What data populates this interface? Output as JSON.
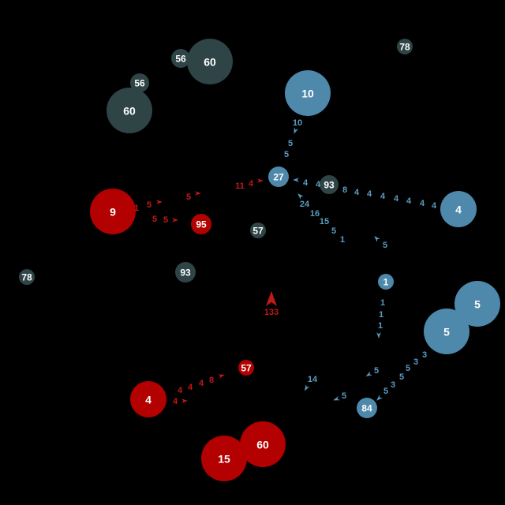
{
  "colors": {
    "background": "#000000",
    "neutral": "#2f4446",
    "blue": "#4e88aa",
    "red": "#b30000",
    "blue_text": "#5a9bc0",
    "red_text": "#c21818"
  },
  "nodes": [
    {
      "value": "60",
      "owner": "neutral"
    },
    {
      "value": "56",
      "owner": "neutral"
    },
    {
      "value": "56",
      "owner": "neutral"
    },
    {
      "value": "60",
      "owner": "neutral"
    },
    {
      "value": "78",
      "owner": "neutral"
    },
    {
      "value": "10",
      "owner": "blue"
    },
    {
      "value": "27",
      "owner": "blue"
    },
    {
      "value": "93",
      "owner": "neutral"
    },
    {
      "value": "4",
      "owner": "blue"
    },
    {
      "value": "9",
      "owner": "red"
    },
    {
      "value": "95",
      "owner": "red"
    },
    {
      "value": "57",
      "owner": "neutral"
    },
    {
      "value": "78",
      "owner": "neutral"
    },
    {
      "value": "93",
      "owner": "neutral"
    },
    {
      "value": "1",
      "owner": "blue"
    },
    {
      "value": "5",
      "owner": "blue"
    },
    {
      "value": "5",
      "owner": "blue"
    },
    {
      "value": "57",
      "owner": "red"
    },
    {
      "value": "4",
      "owner": "red"
    },
    {
      "value": "84",
      "owner": "blue"
    },
    {
      "value": "60",
      "owner": "red"
    },
    {
      "value": "15",
      "owner": "red"
    }
  ],
  "fleets": [
    {
      "owner": "blue",
      "labels": [
        "10",
        "5",
        "5"
      ]
    },
    {
      "owner": "blue",
      "labels": [
        "4",
        "4",
        "8",
        "4",
        "4",
        "4",
        "4",
        "4",
        "4",
        "4"
      ]
    },
    {
      "owner": "blue",
      "labels": [
        "24",
        "16",
        "15",
        "5",
        "1"
      ]
    },
    {
      "owner": "blue",
      "labels": [
        "5"
      ]
    },
    {
      "owner": "blue",
      "labels": [
        "1",
        "1",
        "1"
      ]
    },
    {
      "owner": "blue",
      "labels": [
        "5",
        "3",
        "5",
        "5",
        "3",
        "3"
      ]
    },
    {
      "owner": "blue",
      "labels": [
        "5"
      ]
    },
    {
      "owner": "blue",
      "labels": [
        "14"
      ]
    },
    {
      "owner": "blue",
      "labels": [
        "5"
      ]
    },
    {
      "owner": "red",
      "labels": [
        "11",
        "4"
      ]
    },
    {
      "owner": "red",
      "labels": [
        "5"
      ]
    },
    {
      "owner": "red",
      "labels": [
        "1",
        "5"
      ]
    },
    {
      "owner": "red",
      "labels": [
        "5",
        "5"
      ]
    },
    {
      "owner": "red",
      "labels": [
        "4",
        "4",
        "4",
        "8"
      ]
    },
    {
      "owner": "red",
      "labels": [
        "4"
      ]
    },
    {
      "owner": "red",
      "labels": [
        "133"
      ]
    }
  ]
}
